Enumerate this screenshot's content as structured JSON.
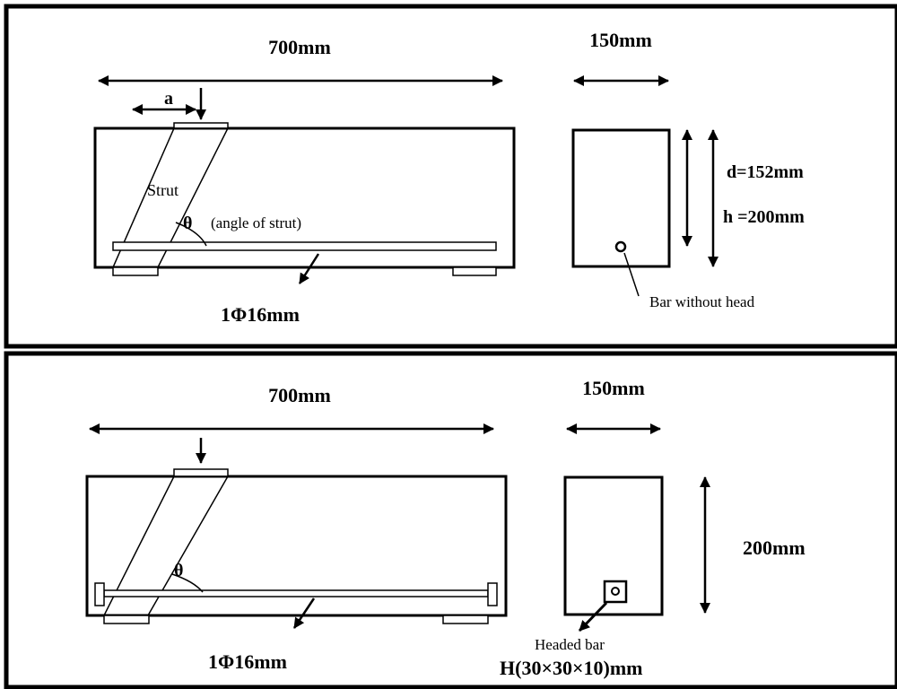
{
  "top_panel": {
    "beam_length_label": "700mm",
    "section_width_label": "150mm",
    "shear_span_label": "a",
    "strut_label": "Strut",
    "theta_symbol": "θ",
    "theta_note": "(angle of strut)",
    "rebar_label": "1Φ16mm",
    "effective_depth_label": "d=152mm",
    "height_label": "h =200mm",
    "bar_note": "Bar without head"
  },
  "bottom_panel": {
    "beam_length_label": "700mm",
    "section_width_label": "150mm",
    "theta_symbol": "θ",
    "rebar_label": "1Φ16mm",
    "height_label": "200mm",
    "bar_note": "Headed bar",
    "head_size_label": "H(30×30×10)mm"
  }
}
